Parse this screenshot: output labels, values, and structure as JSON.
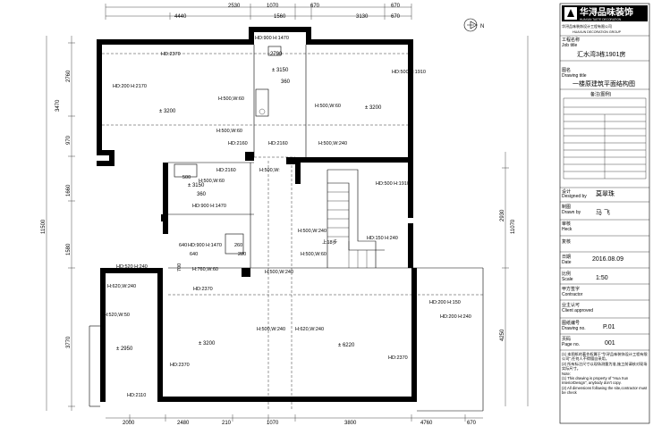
{
  "plan": {
    "dims_top": [
      "2530",
      "1070",
      "670",
      "4440",
      "1560",
      "3130",
      "670"
    ],
    "dims_left": [
      "2760",
      "3470",
      "970",
      "1660",
      "1580",
      "3770",
      "11500"
    ],
    "dims_right": [
      "2930",
      "11070",
      "4250"
    ],
    "dims_bottom": [
      "2000",
      "2480",
      "210",
      "1070",
      "3800",
      "4760",
      "670"
    ],
    "rooms": [
      {
        "hd": "HD:2370",
        "lvl": "3200"
      },
      {
        "hd": "HD:500 H:1910",
        "lvl": "3200"
      },
      {
        "hd": "HD:200 H:2170"
      },
      {
        "hd": "HD:2160"
      },
      {
        "hd": "HD:2160"
      },
      {
        "hd": "HD:2160"
      },
      {
        "hd": "HD:900 H:1470"
      },
      {
        "hd": "HD:900 H:1470"
      },
      {
        "hd": "HD:900 H:1470"
      },
      {
        "hd": "HD:500 H:1910"
      },
      {
        "hd": "HD:520 H:240"
      },
      {
        "hd": "HD:2370"
      },
      {
        "hd": "HD:2370"
      },
      {
        "hd": "HD:2370"
      },
      {
        "hd": "HD:2110"
      },
      {
        "hd": "HD:200 H:150"
      },
      {
        "hd": "HD:200 H:240"
      },
      {
        "hd": "HD:150 H:240"
      }
    ],
    "beams": [
      "H:500,W:60",
      "H:500,W:60",
      "H:500,W:240",
      "H:500,W:",
      "H:500,W:60",
      "H:500,W:240",
      "H:500,W:60",
      "H:760,W:60",
      "H:500,W:240",
      "H:620,W:240",
      "H:500,W:240",
      "H:620,W:240",
      "H:520,W:50",
      "H:500,W:240",
      "H:500,W:60"
    ],
    "levels": [
      "2790",
      "3150",
      "360",
      "3150",
      "360",
      "2950",
      "3200",
      "6220",
      "3200",
      "3200"
    ],
    "misc": [
      "500",
      "640",
      "640",
      "260",
      "280",
      "700",
      "上18步",
      "N"
    ]
  },
  "title_block": {
    "company_cn": "华浔品味装饰",
    "company_en": "HUAXUN TASTE DECORATION",
    "company_sub": "华浔品味装饰设计工程有限公司",
    "company_sub_en": "HUAXUN DECORATION GROUP",
    "project_label_cn": "工程名称",
    "project_label_en": "Job title",
    "project_value": "汇水湾3栋1901房",
    "drawing_label_cn": "图名",
    "drawing_label_en": "Drawing title",
    "drawing_value": "一楼原建筑平面结构图",
    "legend_title": "备注(图例)",
    "designer_label_cn": "设计",
    "designer_label_en": "Designed by",
    "designer_value": "莫翠珠",
    "drawn_label_cn": "制图",
    "drawn_label_en": "Drawn by",
    "drawn_value": "马 飞",
    "check_label_cn": "审核",
    "check_label_en": "Heck",
    "approve_label_cn": "复核",
    "date_label_cn": "日期",
    "date_label_en": "Date",
    "date_value": "2016.08.09",
    "scale_label_cn": "比例",
    "scale_label_en": "Scale",
    "scale_value": "1:50",
    "contractor_label_cn": "甲方签字",
    "contractor_label_en": "Contractor",
    "client_label_cn": "业主认可",
    "client_label_en": "Client approved",
    "drawing_no_label_cn": "图纸编号",
    "drawing_no_label_en": "Drawing no.",
    "drawing_no_value": "P.01",
    "page_label_cn": "页码",
    "page_label_en": "Page no.",
    "page_value": "001",
    "note1_cn": "(1) 本图纸的著作权属于\"华浔品味装饰设计工程有限公司\",任何人不得擅自采用。",
    "note2_cn": "(2) 所有标注尺寸以现场测量为准,施工前请核对现场实际尺寸。",
    "note_label": "Note:",
    "note1_en": "(1) This drawing is property of \"Hua Xun InteriorDesign\", anybody don't copy.",
    "note2_en": "(2) All dimensions following the site,contractor must be check"
  }
}
